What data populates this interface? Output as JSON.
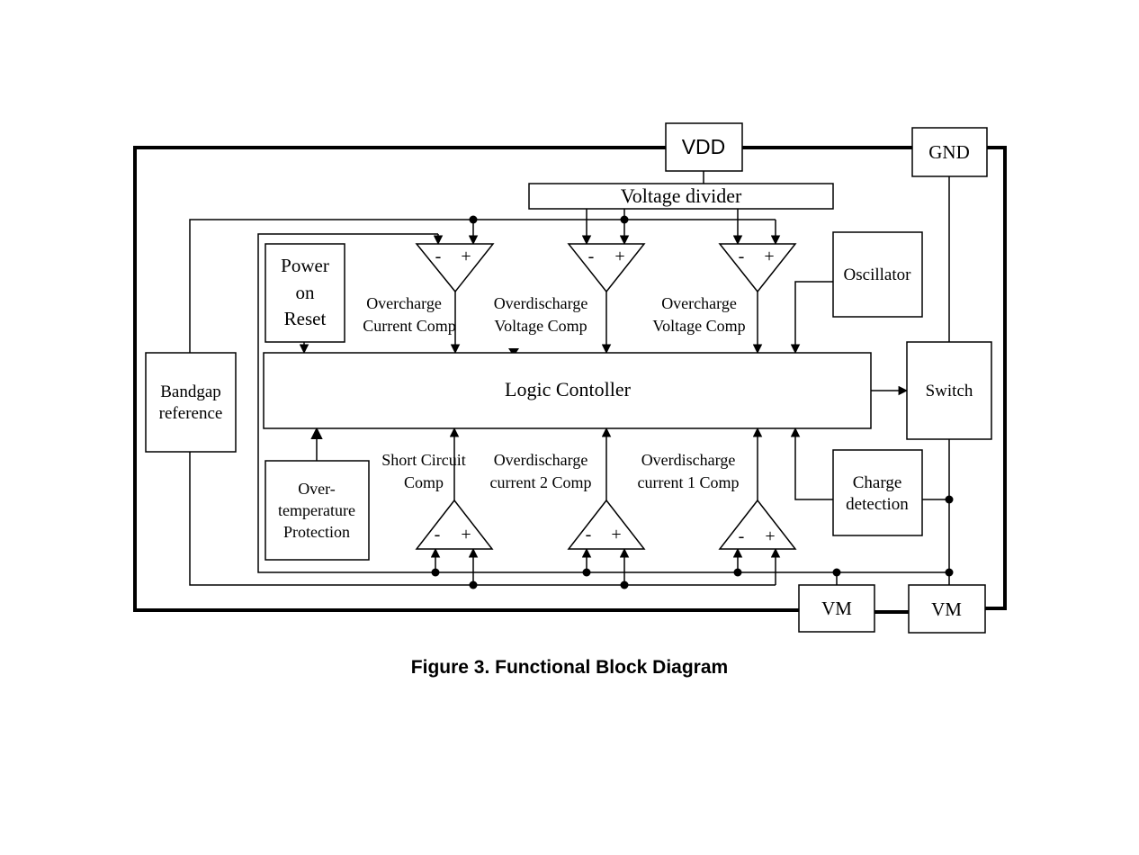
{
  "blocks": {
    "vdd": "VDD",
    "gnd": "GND",
    "voltage_divider": "Voltage divider",
    "power_on_reset": [
      "Power",
      "on",
      "Reset"
    ],
    "oscillator": "Oscillator",
    "bandgap": [
      "Bandgap",
      "reference"
    ],
    "logic": "Logic Contoller",
    "switch": "Switch",
    "over_temp": [
      "Over-",
      "temperature",
      "Protection"
    ],
    "charge_detection": [
      "Charge",
      "detection"
    ],
    "vm_left": "VM",
    "vm_right": "VM"
  },
  "comparators": {
    "top": [
      {
        "label": [
          "Overcharge",
          "Current Comp"
        ],
        "minus": "-",
        "plus": "+"
      },
      {
        "label": [
          "Overdischarge",
          "Voltage Comp"
        ],
        "minus": "-",
        "plus": "+"
      },
      {
        "label": [
          "Overcharge",
          "Voltage Comp"
        ],
        "minus": "-",
        "plus": "+"
      }
    ],
    "bottom": [
      {
        "label": [
          "Short Circuit",
          "Comp"
        ],
        "minus": "-",
        "plus": "+"
      },
      {
        "label": [
          "Overdischarge",
          "current 2 Comp"
        ],
        "minus": "-",
        "plus": "+"
      },
      {
        "label": [
          "Overdischarge",
          "current 1 Comp"
        ],
        "minus": "-",
        "plus": "+"
      }
    ]
  },
  "caption": "Figure 3. Functional Block Diagram"
}
